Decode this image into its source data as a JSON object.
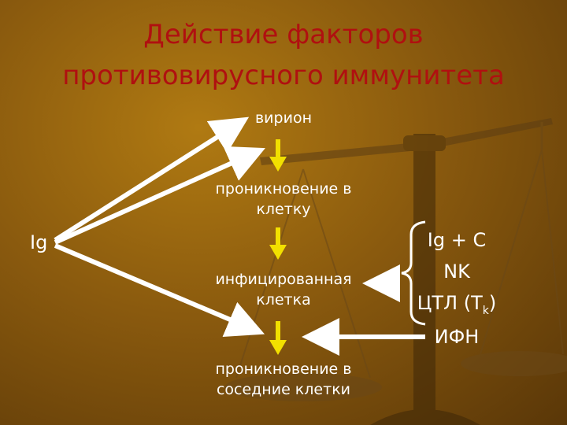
{
  "title_line1": "Действие факторов",
  "title_line2": "противовирусного иммунитета",
  "stages": {
    "virion": "вирион",
    "penetration_line1": "проникновение в",
    "penetration_line2": "клетку",
    "infected_line1": "инфицированная",
    "infected_line2": "клетка",
    "spread_line1": "проникновение в",
    "spread_line2": "соседние клетки"
  },
  "ig_label": "Ig",
  "factors": {
    "ig_c": "Ig + C",
    "nk": "NK",
    "ctl_prefix": "ЦТЛ (Т",
    "ctl_sub": "k",
    "ctl_suffix": ")",
    "ifn": "ИФН"
  },
  "colors": {
    "title": "#b01010",
    "text": "#ffffff",
    "down_arrow": "#f2e000",
    "pointer_arrow": "#ffffff"
  }
}
